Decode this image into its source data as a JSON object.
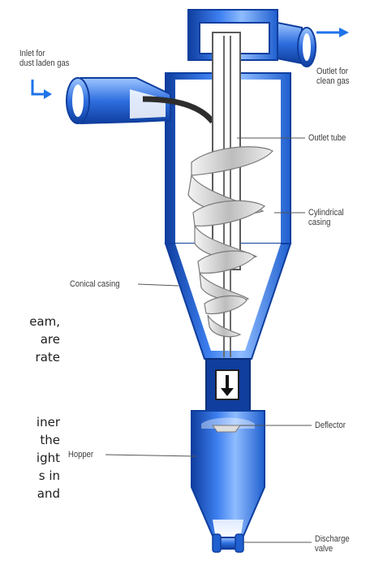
{
  "labels": {
    "inlet": "Inlet for\ndust laden gas",
    "outlet": "Outlet for\nclean gas",
    "outlet_tube": "Outlet tube",
    "cylindrical_casing": "Cylindrical\ncasing",
    "conical_casing": "Conical casing",
    "deflector": "Deflector",
    "hopper": "Hopper",
    "discharge_valve": "Discharge\nvalve"
  },
  "body_text": [
    "eam,",
    "are",
    "rate",
    "iner",
    "the",
    "ight",
    "s in",
    "and"
  ],
  "colors": {
    "casing": "#1f5fcf",
    "casing_dark": "#0f3e9e",
    "casing_light": "#6fa6ff",
    "arrow": "#1e73e8",
    "label_text": "#3b3b3b"
  }
}
